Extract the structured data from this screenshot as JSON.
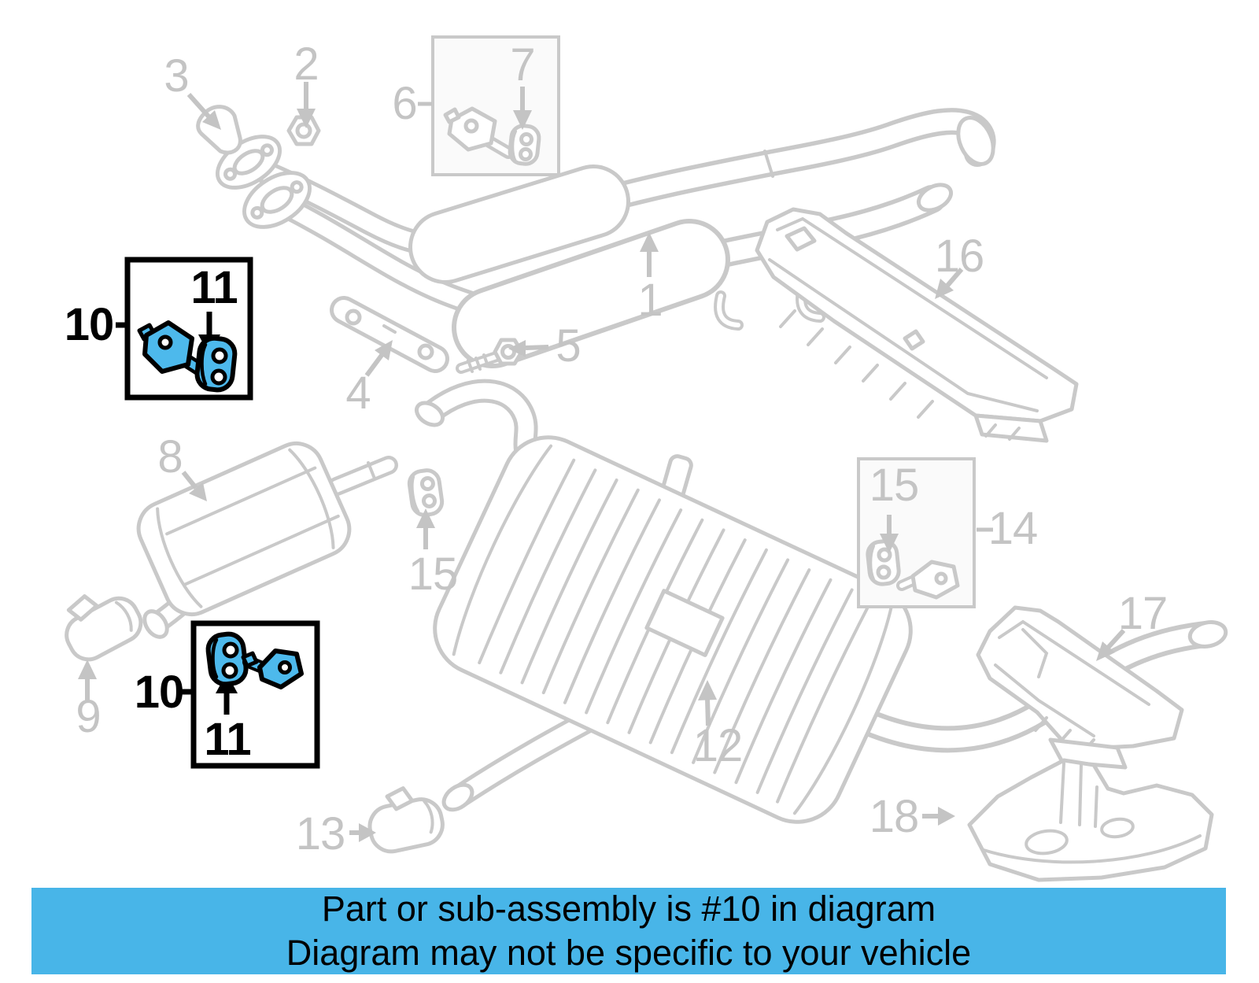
{
  "banner": {
    "line1": "Part or sub-assembly is #10 in diagram",
    "line2": "Diagram may not be specific to your vehicle",
    "background_color": "#48b5e8",
    "text_color": "#000000"
  },
  "colors": {
    "diagram_line_gray": "#c9c9c9",
    "callout_gray": "#c4c4c4",
    "highlight_blue": "#4db9ec",
    "highlight_outline_black": "#000000"
  },
  "callouts": {
    "c1": "1",
    "c2": "2",
    "c3": "3",
    "c4": "4",
    "c5": "5",
    "c6": "6",
    "c7": "7",
    "c8": "8",
    "c9": "9",
    "c10_upper": "10",
    "c11_upper": "11",
    "c10_lower": "10",
    "c11_lower": "11",
    "c12": "12",
    "c13": "13",
    "c14": "14",
    "c15_muffler": "15",
    "c15_box": "15",
    "c16": "16",
    "c17": "17",
    "c18": "18"
  }
}
